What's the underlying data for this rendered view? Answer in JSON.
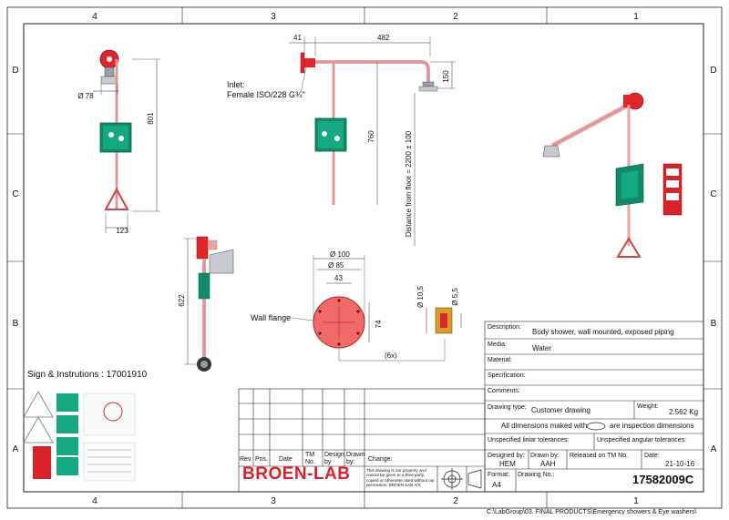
{
  "frame": {
    "cols": [
      "4",
      "3",
      "2",
      "1"
    ],
    "rows": [
      "D",
      "C",
      "B",
      "A"
    ]
  },
  "views": {
    "side_small": {
      "dia_label": "Ø 78",
      "height_label": "801",
      "width_label": "123"
    },
    "front": {
      "dim_41": "41",
      "dim_482": "482",
      "dim_150": "150",
      "dim_760": "760",
      "floor_label": "Distance from floor = 2200 ± 100",
      "inlet_line1": "Inlet:",
      "inlet_line2": "Female ISO/228 G¾\""
    },
    "side_large": {
      "height_label": "622"
    },
    "flange": {
      "callout": "Wall flange",
      "dia_100": "Ø 100",
      "dia_85": "Ø 85",
      "dim_43": "43",
      "dim_74": "74",
      "count": "(6x)"
    },
    "plug": {
      "dia_105": "Ø 10,5",
      "dia_55": "Ø 5,5"
    }
  },
  "sign_label": "Sign & Instrutions : 17001910",
  "title_block": {
    "description_label": "Description:",
    "description": "Body shower, wall mounted, exposed piping",
    "media_label": "Media:",
    "media": "Water",
    "material_label": "Material:",
    "specification_label": "Specification:",
    "comments_label": "Comments:",
    "drawing_type_label": "Drawing type:",
    "drawing_type": "Customer drawing",
    "weight_label": "Weight:",
    "weight": "2.562 Kg",
    "inspection_pre": "All dimensions maked with",
    "inspection_post": "are inspection dimensions",
    "linear_tol_label": "Unspecified liniar tolerances:",
    "angular_tol_label": "Unspecified angular tolerances:",
    "designed_by_label": "Designed by:",
    "designed_by": "HEM",
    "drawn_by_label": "Drawn by:",
    "drawn_by": "AAH",
    "released_label": "Released on TM No.",
    "date_label": "Date:",
    "date": "21-10-16",
    "format_label": "Format:",
    "format": "A4",
    "drawing_no_label": "Drawing No.:",
    "drawing_no": "17582009C",
    "rev_headers": [
      "Rev.",
      "Pos.",
      "Date",
      "TM No.",
      "Design by",
      "Drawn by:",
      "Change:"
    ],
    "property_text": "This drawing is our property and cannot be given to a third party, copied or otherwise used without our permission. BROEN-LAB A/S",
    "logo": "BROEN-LAB"
  },
  "file_path": "C:\\LabGroup\\03. FINAL PRODUCTS\\Emergency showers & Eye washers\\",
  "colors": {
    "pipe": "#e9a3a4",
    "red": "#e0252b",
    "green": "#0f8a6b",
    "brass": "#d99b2a",
    "gray": "#9aa0a6"
  }
}
